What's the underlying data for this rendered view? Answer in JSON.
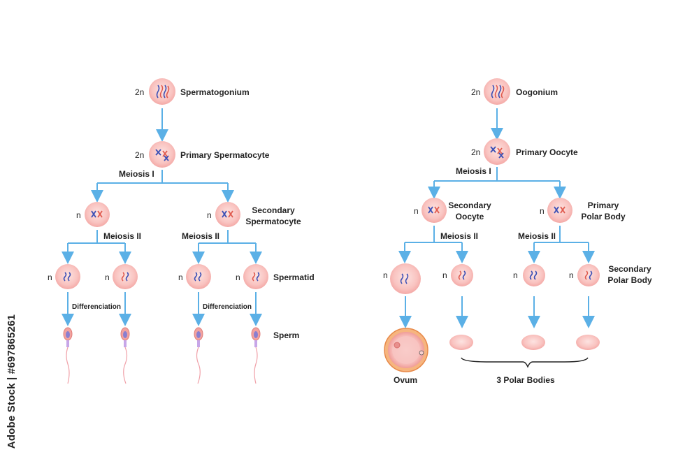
{
  "spermatogenesis": {
    "stage_spermatogonium": "Spermatogonium",
    "stage_primary": "Primary Spermatocyte",
    "stage_secondary_1": "Secondary",
    "stage_secondary_2": "Spermatocyte",
    "stage_spermatid": "Spermatid",
    "stage_sperm": "Sperm",
    "meiosis_1": "Meiosis I",
    "meiosis_2a": "Meiosis II",
    "meiosis_2b": "Meiosis II",
    "diff_a": "Differenciation",
    "diff_b": "Differenciation"
  },
  "oogenesis": {
    "stage_oogonium": "Oogonium",
    "stage_primary": "Primary Oocyte",
    "stage_secondary_1": "Secondary",
    "stage_secondary_2": "Oocyte",
    "stage_primary_polar_1": "Primary",
    "stage_primary_polar_2": "Polar Body",
    "stage_secondary_polar_1": "Secondary",
    "stage_secondary_polar_2": "Polar Body",
    "stage_ovum": "Ovum",
    "polar_bodies": "3 Polar Bodies",
    "meiosis_1": "Meiosis I",
    "meiosis_2a": "Meiosis II",
    "meiosis_2b": "Meiosis II"
  },
  "ploidy": {
    "diploid": "2n",
    "haploid": "n"
  },
  "watermark": "Adobe Stock | #697865261",
  "colors": {
    "arrow": "#5bb0e6",
    "cell": "#f8bcbc",
    "chrom_blue": "#3a4fb5",
    "chrom_red": "#e05a4e"
  }
}
